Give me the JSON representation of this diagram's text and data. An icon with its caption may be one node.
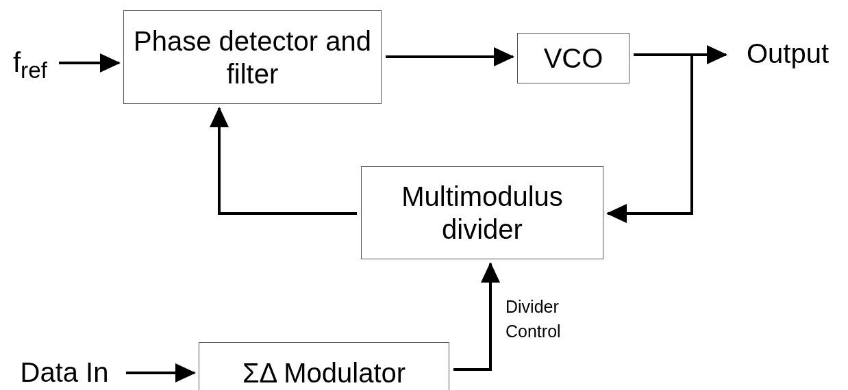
{
  "diagram": {
    "nodes": [
      {
        "text": [
          "f$_{ref}$"
        ]
      },
      {
        "text": [
          "Phase detector and filter"
        ]
      },
      {
        "text": [
          "VCO"
        ]
      },
      {
        "text": [
          "Output"
        ]
      },
      {
        "text": [
          "Multimodulus divider"
        ]
      },
      {
        "text": [
          "Data In"
        ]
      },
      {
        "text": [
          "ΣΔ Modulator"
        ]
      }
    ],
    "edges": [
      {
        "from": 0,
        "to": 1,
        "arrow": "to"
      },
      {
        "from": 1,
        "to": 2,
        "arrow": "to"
      },
      {
        "from": 2,
        "to": 3,
        "arrow": "to"
      },
      {
        "from": 2,
        "to": 4,
        "arrow": "to"
      },
      {
        "from": 4,
        "to": 1,
        "arrow": "to"
      },
      {
        "from": 5,
        "to": 6,
        "arrow": "to"
      },
      {
        "from": 6,
        "to": 4,
        "arrow": "to",
        "label": "Divider Control"
      }
    ]
  }
}
